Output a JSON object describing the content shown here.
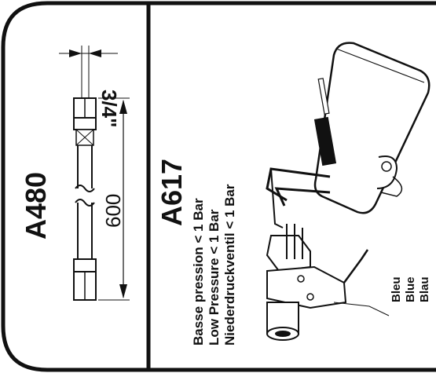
{
  "left_panel": {
    "code": "A480",
    "thread_size": "3/4\"",
    "length": "600"
  },
  "right_panel": {
    "code": "A617",
    "notes": [
      "Basse pression < 1 Bar",
      "Low Pressure < 1 Bar",
      "Niederdruckventil < 1 Bar"
    ],
    "color_labels": [
      "Bleu",
      "Blue",
      "Blau"
    ]
  }
}
